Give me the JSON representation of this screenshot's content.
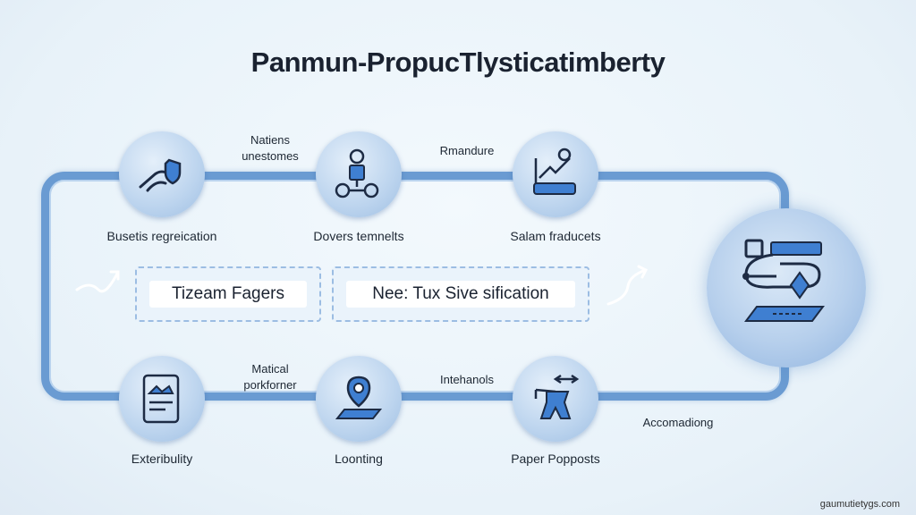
{
  "title": "Panmun-PropucTlysticatimberty",
  "nodes_top": [
    {
      "label": "Busetis regreication",
      "icon": "handshake-shield-icon"
    },
    {
      "label": "Dovers temnelts",
      "icon": "people-network-icon"
    },
    {
      "label": "Salam fraducets",
      "icon": "chart-clipboard-icon"
    }
  ],
  "nodes_bottom": [
    {
      "label": "Exteribulity",
      "icon": "document-icon"
    },
    {
      "label": "Loonting",
      "icon": "map-pin-icon"
    },
    {
      "label": "Paper Popposts",
      "icon": "person-arrows-icon"
    }
  ],
  "connectors": {
    "top_1": [
      "Natiens",
      "unestomes"
    ],
    "top_2": "Rmandure",
    "bottom_1": [
      "Matical",
      "porkforner"
    ],
    "bottom_2": "Intehanols",
    "right": "Accomadiong"
  },
  "boxes": [
    "Tizeam Fagers",
    "Nee: Tux Sive sification"
  ],
  "hub_icon": "workflow-conveyor-icon",
  "credit": "gaumutietygs.com",
  "colors": {
    "loop": "#6a9bd2",
    "icon_dark": "#1d2b44",
    "icon_blue": "#3f7fd1"
  }
}
